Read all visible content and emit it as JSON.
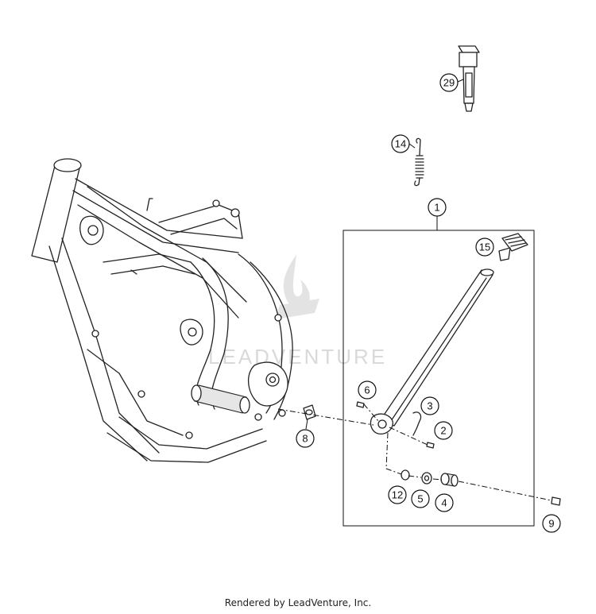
{
  "callouts": {
    "c1": "1",
    "c2": "2",
    "c3": "3",
    "c4": "4",
    "c5": "5",
    "c6": "6",
    "c8": "8",
    "c9": "9",
    "c12": "12",
    "c14": "14",
    "c15": "15",
    "c29": "29"
  },
  "watermark": {
    "text": "LEADVENTURE"
  },
  "footer": {
    "credit": "Rendered by LeadVenture, Inc."
  },
  "colors": {
    "line": "#222222",
    "watermark": "#d9d9d9",
    "background": "#ffffff"
  }
}
